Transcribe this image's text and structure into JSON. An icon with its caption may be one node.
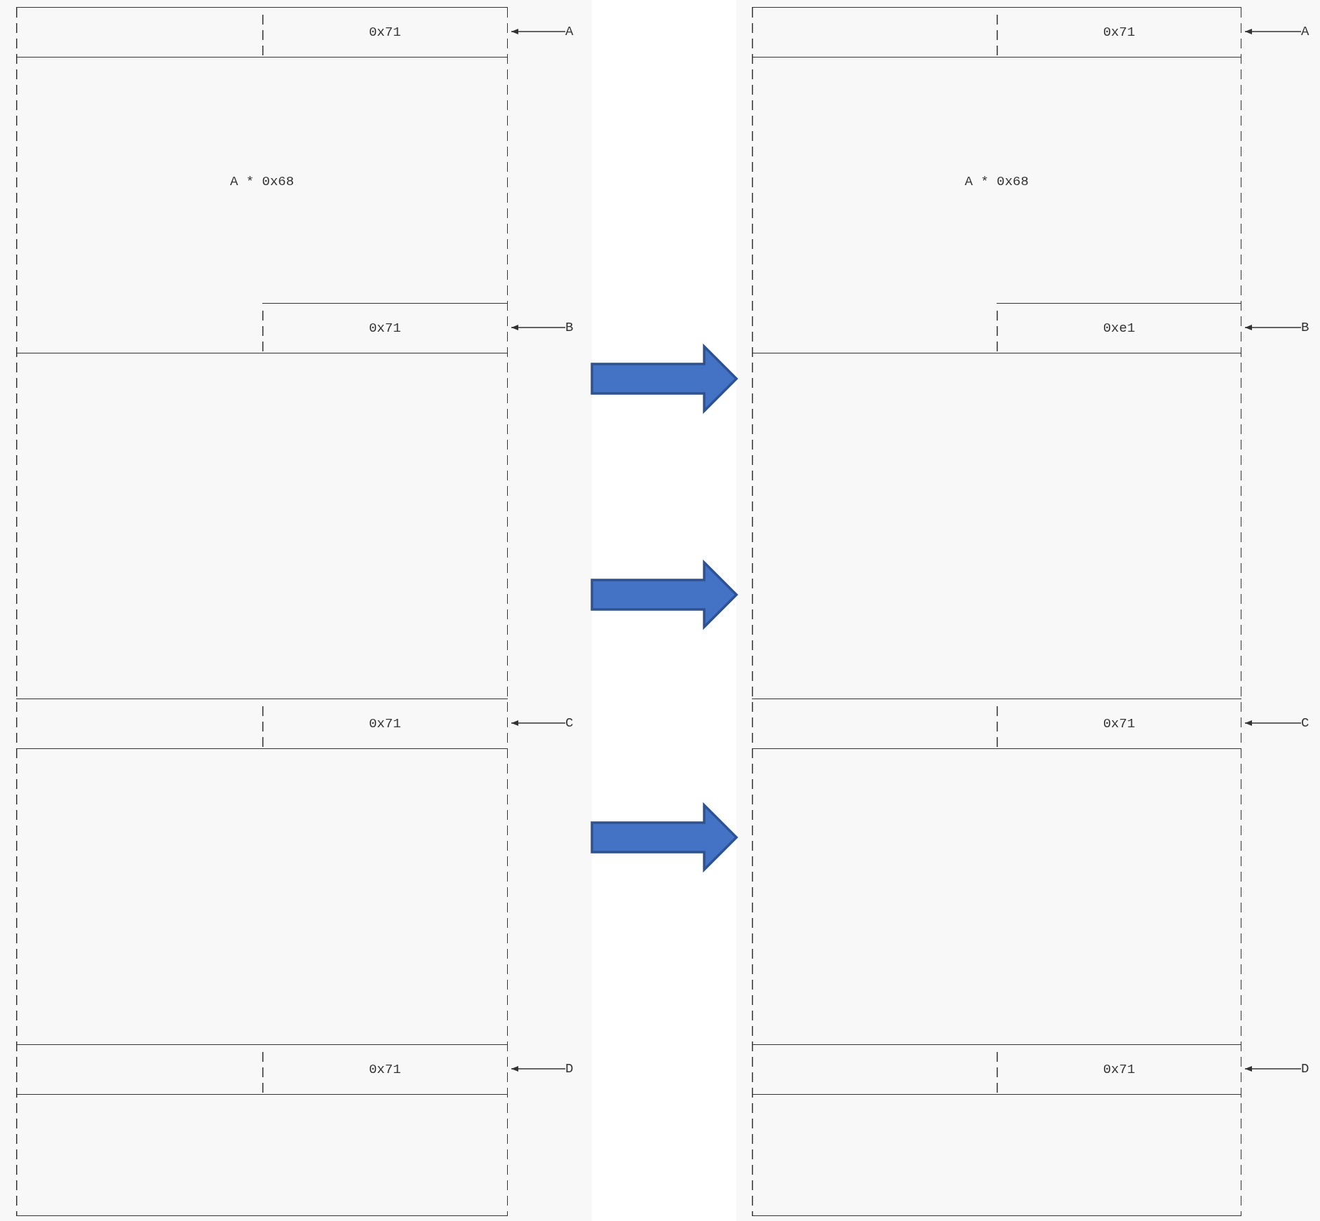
{
  "diagram": {
    "nodes": [
      {
        "text": [],
        "shape": "box"
      },
      {
        "text": [
          "0x71"
        ],
        "in": 0
      },
      {
        "text": [
          "A * 0x68"
        ],
        "in": 0
      },
      {
        "text": [
          "0x71"
        ],
        "in": 2
      },
      {
        "text": [
          "0x71"
        ],
        "in": 0
      },
      {
        "text": [
          "0x71"
        ],
        "in": 0
      },
      {
        "text": [
          "A"
        ],
        "in": 0
      },
      {
        "text": [
          "B"
        ],
        "in": 0
      },
      {
        "text": [
          "C"
        ],
        "in": 0
      },
      {
        "text": [
          "D"
        ],
        "in": 0
      },
      {
        "text": [],
        "shape": "box"
      },
      {
        "text": [
          "0x71"
        ],
        "in": 10
      },
      {
        "text": [
          "A * 0x68"
        ],
        "in": 10
      },
      {
        "text": [
          "0xe1"
        ],
        "in": 12
      },
      {
        "text": [
          "0x71"
        ],
        "in": 10
      },
      {
        "text": [
          "0x71"
        ],
        "in": 10
      },
      {
        "text": [
          "A"
        ],
        "in": 10
      },
      {
        "text": [
          "B"
        ],
        "in": 10
      },
      {
        "text": [
          "C"
        ],
        "in": 10
      },
      {
        "text": [
          "D"
        ],
        "in": 10
      }
    ],
    "edges": [
      {
        "from": 6,
        "to": 1,
        "arrow": "to"
      },
      {
        "from": 7,
        "to": 3,
        "arrow": "to"
      },
      {
        "from": 8,
        "to": 4,
        "arrow": "to"
      },
      {
        "from": 9,
        "to": 5,
        "arrow": "to"
      },
      {
        "from": 16,
        "to": 11,
        "arrow": "to"
      },
      {
        "from": 17,
        "to": 13,
        "arrow": "to"
      },
      {
        "from": 18,
        "to": 14,
        "arrow": "to"
      },
      {
        "from": 19,
        "to": 15,
        "arrow": "to"
      },
      {
        "from": 0,
        "to": 10,
        "arrow": "to",
        "style": "thick",
        "color": "#4472c4"
      },
      {
        "from": 0,
        "to": 10,
        "arrow": "to",
        "style": "thick",
        "color": "#4472c4"
      },
      {
        "from": 0,
        "to": 10,
        "arrow": "to",
        "style": "thick",
        "color": "#4472c4"
      }
    ]
  }
}
